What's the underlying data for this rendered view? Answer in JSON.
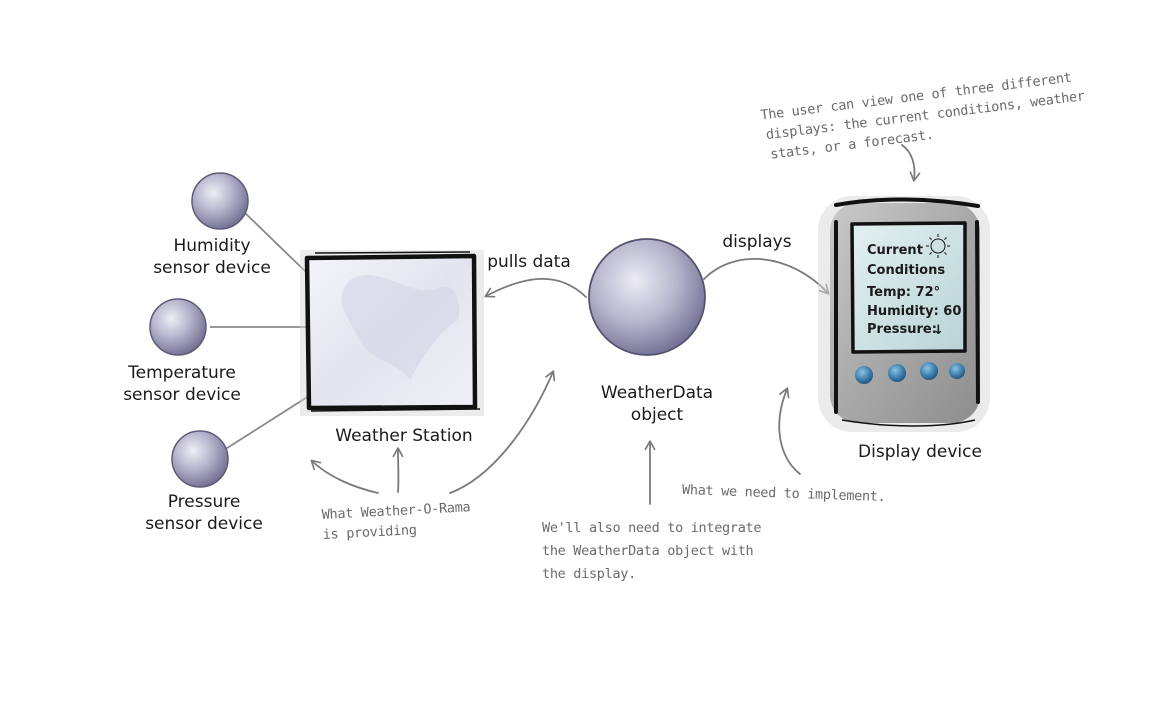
{
  "labels": {
    "humidity_line1": "Humidity",
    "humidity_line2": "sensor device",
    "temperature_line1": "Temperature",
    "temperature_line2": "sensor device",
    "pressure_line1": "Pressure",
    "pressure_line2": "sensor device",
    "weather_station": "Weather Station",
    "pulls_data": "pulls data",
    "weatherdata_line1": "WeatherData",
    "weatherdata_line2": "object",
    "displays": "displays",
    "display_device": "Display device"
  },
  "screen": {
    "line1": "Current",
    "line2": "Conditions",
    "line3": "Temp: 72°",
    "line4": "Humidity: 60",
    "line5": "Pressure:",
    "pressure_arrow": "↓"
  },
  "annotations": {
    "user_line1": "The user can view one of three different",
    "user_line2": "displays: the current conditions, weather",
    "user_line3": "stats, or a forecast.",
    "provided_line1": "What Weather-O-Rama",
    "provided_line2": "is providing",
    "integrate_line1": "We'll also need to integrate",
    "integrate_line2": "the WeatherData object with",
    "integrate_line3": "the display.",
    "implement": "What we need to implement."
  }
}
